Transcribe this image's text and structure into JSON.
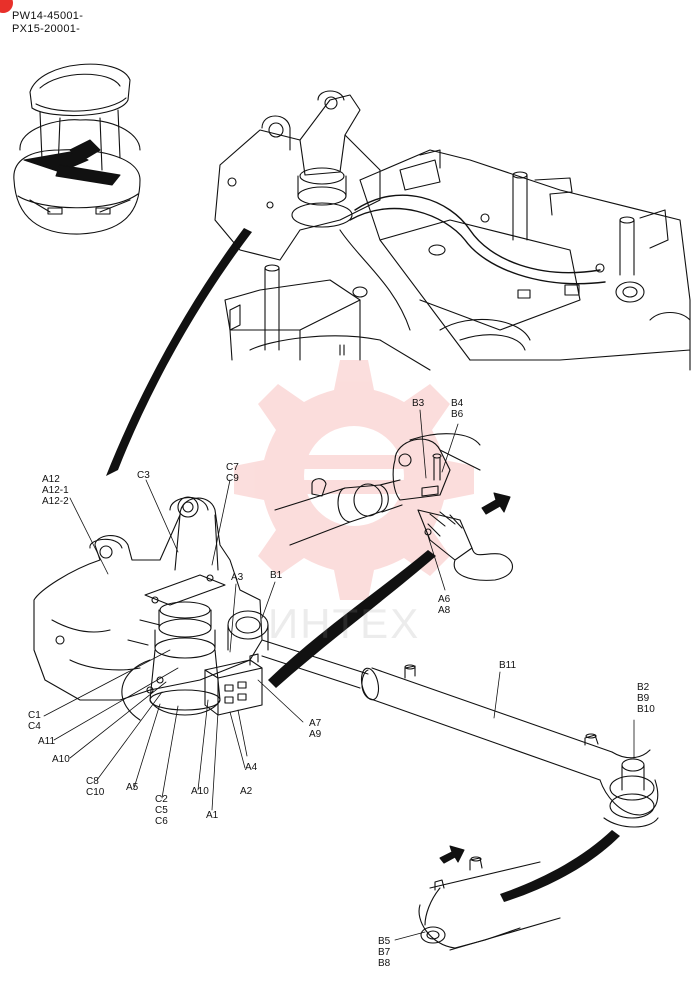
{
  "header": {
    "line1": "PW14-45001-",
    "line2": "PX15-20001-"
  },
  "watermark": {
    "text": "ИНТЕХ",
    "color": "#e8302a"
  },
  "colors": {
    "ink": "#111111",
    "badge": "#e8302a"
  },
  "labels": {
    "a12": [
      "A12",
      "A12-1",
      "A12-2"
    ],
    "c3": [
      "C3"
    ],
    "c7": [
      "C7",
      "C9"
    ],
    "a3": [
      "A3"
    ],
    "b1": [
      "B1"
    ],
    "b3": [
      "B3"
    ],
    "b4": [
      "B4",
      "B6"
    ],
    "a6": [
      "A6",
      "A8"
    ],
    "c1": [
      "C1",
      "C4"
    ],
    "a11": [
      "A11"
    ],
    "a10_left": [
      "A10"
    ],
    "c8": [
      "C8",
      "C10"
    ],
    "a5": [
      "A5"
    ],
    "c2": [
      "C2",
      "C5",
      "C6"
    ],
    "a10_mid": [
      "A10"
    ],
    "a1": [
      "A1"
    ],
    "a2": [
      "A2"
    ],
    "a4": [
      "A4"
    ],
    "a7": [
      "A7",
      "A9"
    ],
    "b11": [
      "B11"
    ],
    "b2": [
      "B2",
      "B9",
      "B10"
    ],
    "b5": [
      "B5",
      "B7",
      "B8"
    ]
  }
}
